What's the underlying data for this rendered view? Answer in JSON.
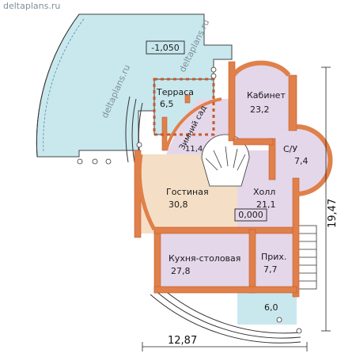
{
  "watermark": "deltaplans.ru",
  "levels": {
    "terrace_level": "-1,050",
    "floor_level": "0,000"
  },
  "rooms": {
    "terrace": {
      "name": "Терраса",
      "area": "6,5"
    },
    "winter_garden": {
      "name": "Зимний сад",
      "area": "11,4"
    },
    "study": {
      "name": "Кабинет",
      "area": "23,2"
    },
    "bathroom": {
      "name": "С/У",
      "area": "7,4"
    },
    "living": {
      "name": "Гостиная",
      "area": "30,8"
    },
    "hall": {
      "name": "Холл",
      "area": "21,1"
    },
    "kitchen": {
      "name": "Кухня-столовая",
      "area": "27,8"
    },
    "entry": {
      "name": "Прих.",
      "area": "7,7"
    },
    "porch": {
      "area": "6,0"
    }
  },
  "dimensions": {
    "width": "12,87",
    "depth": "19,47"
  },
  "colors": {
    "wall": "#e0804a",
    "wall_dark": "#c65a2c",
    "living_floor": "#f4dfc6",
    "room_floor": "#e4d7ea",
    "terrace_floor": "#c8e8ee"
  }
}
